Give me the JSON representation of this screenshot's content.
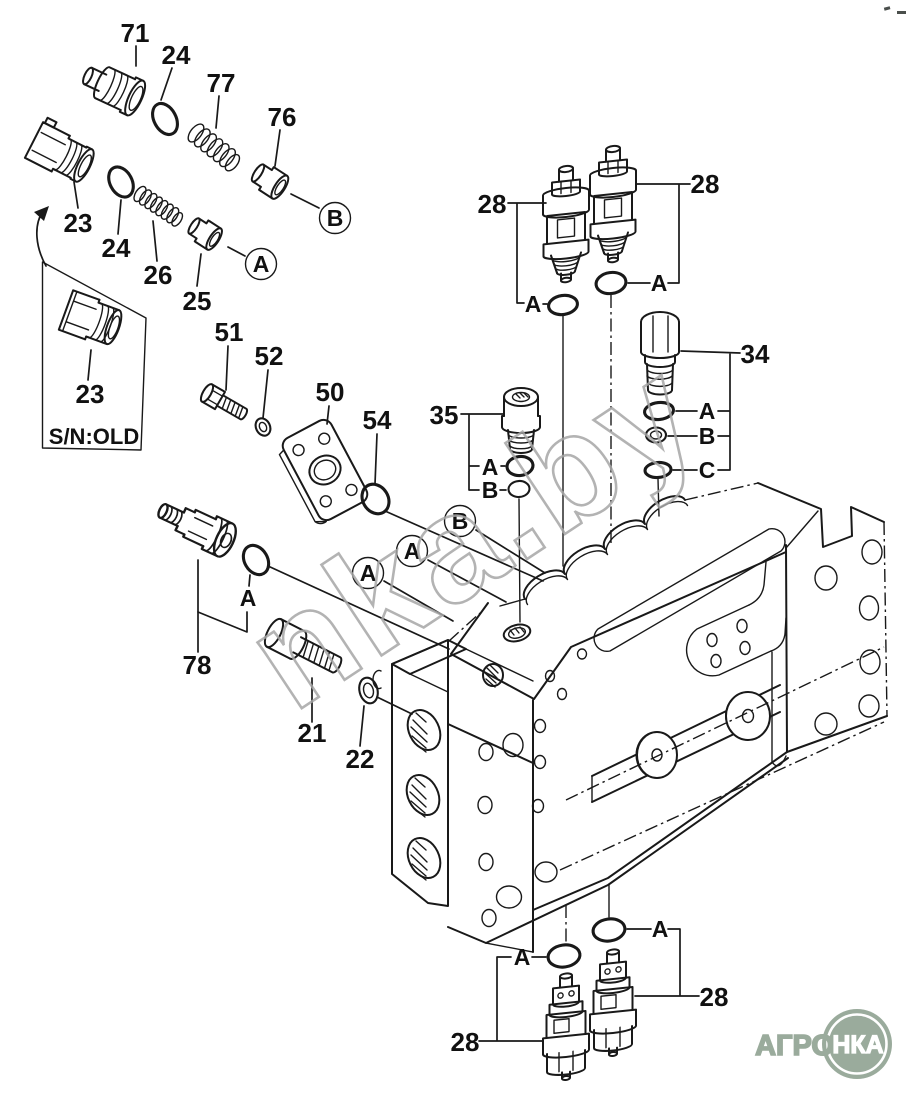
{
  "document": {
    "type": "exploded-parts-diagram",
    "subject": "Hydraulic control valve exploded view",
    "background": "#ffffff",
    "line_color": "#191919"
  },
  "labels": {
    "p71": "71",
    "p24a": "24",
    "p77": "77",
    "p76": "76",
    "p23": "23",
    "p24b": "24",
    "p26": "26",
    "p25": "25",
    "p23old": "23",
    "p51": "51",
    "p52": "52",
    "p50": "50",
    "p54": "54",
    "p35": "35",
    "p34": "34",
    "p28tl": "28",
    "p28tr": "28",
    "p28bl": "28",
    "p28br": "28",
    "p78": "78",
    "p21": "21",
    "p22": "22"
  },
  "callouts": {
    "circled_b76": "B",
    "circled_a25": "A",
    "circled_b_body": "B",
    "circled_a_body1": "A",
    "circled_a_body2": "A",
    "a_28tl": "A",
    "a_28tr": "A",
    "a_35": "A",
    "b_35": "B",
    "a_34": "A",
    "b_34": "B",
    "c_34": "C",
    "a_78": "A",
    "a_28bl": "A",
    "a_28br": "A"
  },
  "sn_box": {
    "label": "S/N:OLD"
  },
  "watermark": {
    "text": "nka.by",
    "color": "#a6a6a6"
  },
  "logo": {
    "text_agro": "АГРО",
    "text_nka": "НКА",
    "color": "#9aab9c",
    "text_color": "#ffffff"
  }
}
